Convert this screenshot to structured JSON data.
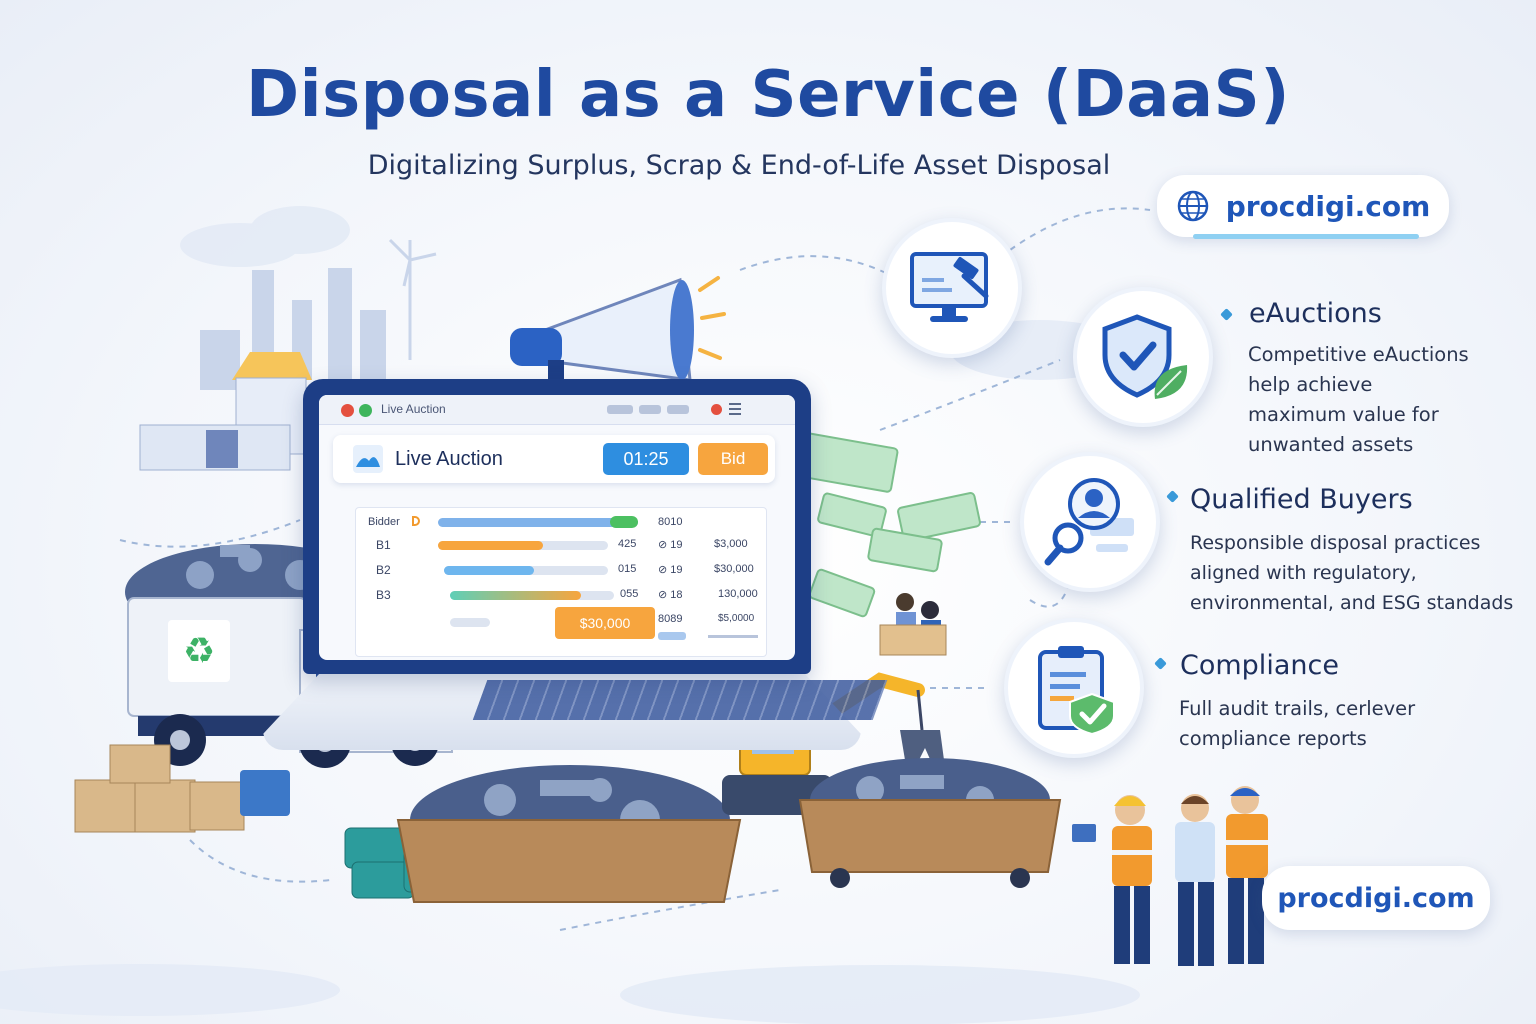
{
  "header": {
    "title": "Disposal as a Service (DaaS)",
    "subtitle": "Digitalizing Surplus, Scrap & End-of-Life Asset Disposal"
  },
  "links": {
    "top_url": "procdigi.com",
    "bottom_url": "procdigi.com"
  },
  "features": [
    {
      "title": "eAuctions",
      "icon": "shield-check-leaf-icon",
      "description_lines": [
        "Competitive eAuctions",
        "help achieve",
        "maximum value for",
        "unwanted assets"
      ]
    },
    {
      "title": "Qualified Buyers",
      "icon": "magnifier-user-icon",
      "description_lines": [
        "Responsible disposal practices",
        "aligned with regulatory,",
        "environmental, and ESG standads"
      ]
    },
    {
      "title": "Compliance",
      "icon": "clipboard-check-icon",
      "description_lines": [
        "Full audit trails, cerlever",
        "compliance reports"
      ]
    }
  ],
  "auction_screen": {
    "window_title": "Live Auction",
    "card_label": "Live Auction",
    "timer": "01:25",
    "bid_button": "Bid",
    "bidder_header": "Bidder",
    "rows": [
      {
        "bidder": "B1",
        "score": "425",
        "mult": "⊘ 19",
        "amount": "$3,000"
      },
      {
        "bidder": "B2",
        "score": "015",
        "mult": "⊘ 19",
        "amount": "$30,000"
      },
      {
        "bidder": "B3",
        "score": "055",
        "mult": "⊘ 18",
        "amount": "130,000"
      }
    ],
    "extra_col_header": "8010",
    "extra_row_value": "8089",
    "extra_row_amount": "$5,0000",
    "price_tag": "$30,000",
    "colors": {
      "timer": "#2e8ee0",
      "bid": "#f7a53e"
    }
  }
}
